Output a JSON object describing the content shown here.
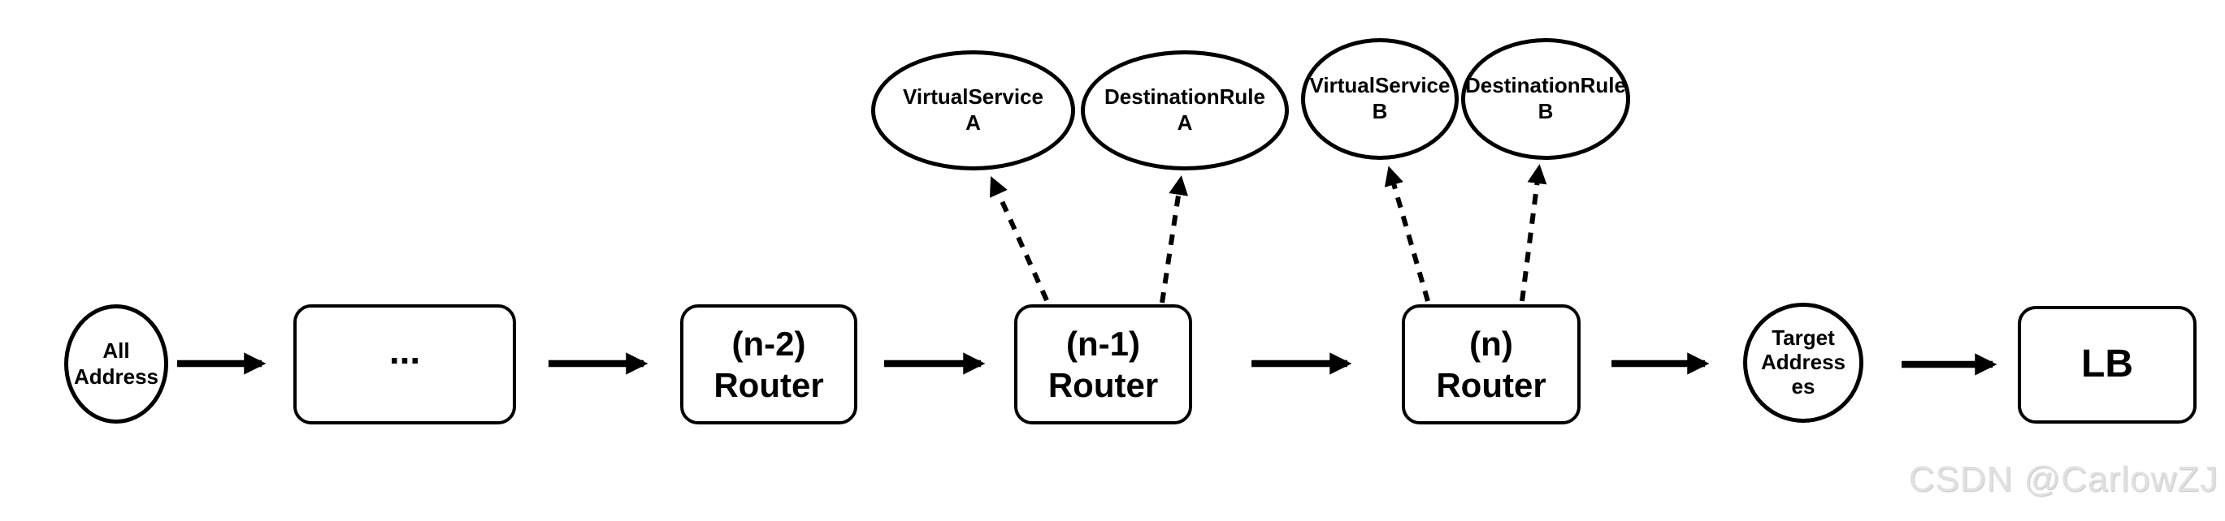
{
  "diagram": {
    "nodes": {
      "all_address": {
        "label": "All\nAddress",
        "shape": "ellipse"
      },
      "dots": {
        "label": "...",
        "shape": "rounded-rect"
      },
      "router_n2": {
        "label": "(n-2)\nRouter",
        "shape": "rounded-rect"
      },
      "router_n1": {
        "label": "(n-1)\nRouter",
        "shape": "rounded-rect"
      },
      "router_n": {
        "label": "(n)\nRouter",
        "shape": "rounded-rect"
      },
      "target_addresses": {
        "label": "Target\nAddress\nes",
        "shape": "ellipse"
      },
      "lb": {
        "label": "LB",
        "shape": "rounded-rect"
      },
      "virtualservice_a": {
        "label": "VirtualService\nA",
        "shape": "ellipse"
      },
      "destinationrule_a": {
        "label": "DestinationRule\nA",
        "shape": "ellipse"
      },
      "virtualservice_b": {
        "label": "VirtualService\nB",
        "shape": "ellipse"
      },
      "destinationrule_b": {
        "label": "DestinationRule\nB",
        "shape": "ellipse"
      }
    },
    "edges": [
      {
        "from": "all_address",
        "to": "dots",
        "style": "solid-arrow"
      },
      {
        "from": "dots",
        "to": "router_n2",
        "style": "solid-arrow"
      },
      {
        "from": "router_n2",
        "to": "router_n1",
        "style": "solid-arrow"
      },
      {
        "from": "router_n1",
        "to": "router_n",
        "style": "solid-arrow"
      },
      {
        "from": "router_n",
        "to": "target_addresses",
        "style": "solid-arrow"
      },
      {
        "from": "target_addresses",
        "to": "lb",
        "style": "solid-arrow"
      },
      {
        "from": "router_n1",
        "to": "virtualservice_a",
        "style": "dashed-arrow"
      },
      {
        "from": "router_n1",
        "to": "destinationrule_a",
        "style": "dashed-arrow"
      },
      {
        "from": "router_n",
        "to": "virtualservice_b",
        "style": "dashed-arrow"
      },
      {
        "from": "router_n",
        "to": "destinationrule_b",
        "style": "dashed-arrow"
      }
    ],
    "colors": {
      "stroke": "#000000",
      "background": "#ffffff",
      "watermark_text": "#e0e0e0"
    }
  },
  "watermark": {
    "text": "CSDN @CarlowZJ"
  }
}
